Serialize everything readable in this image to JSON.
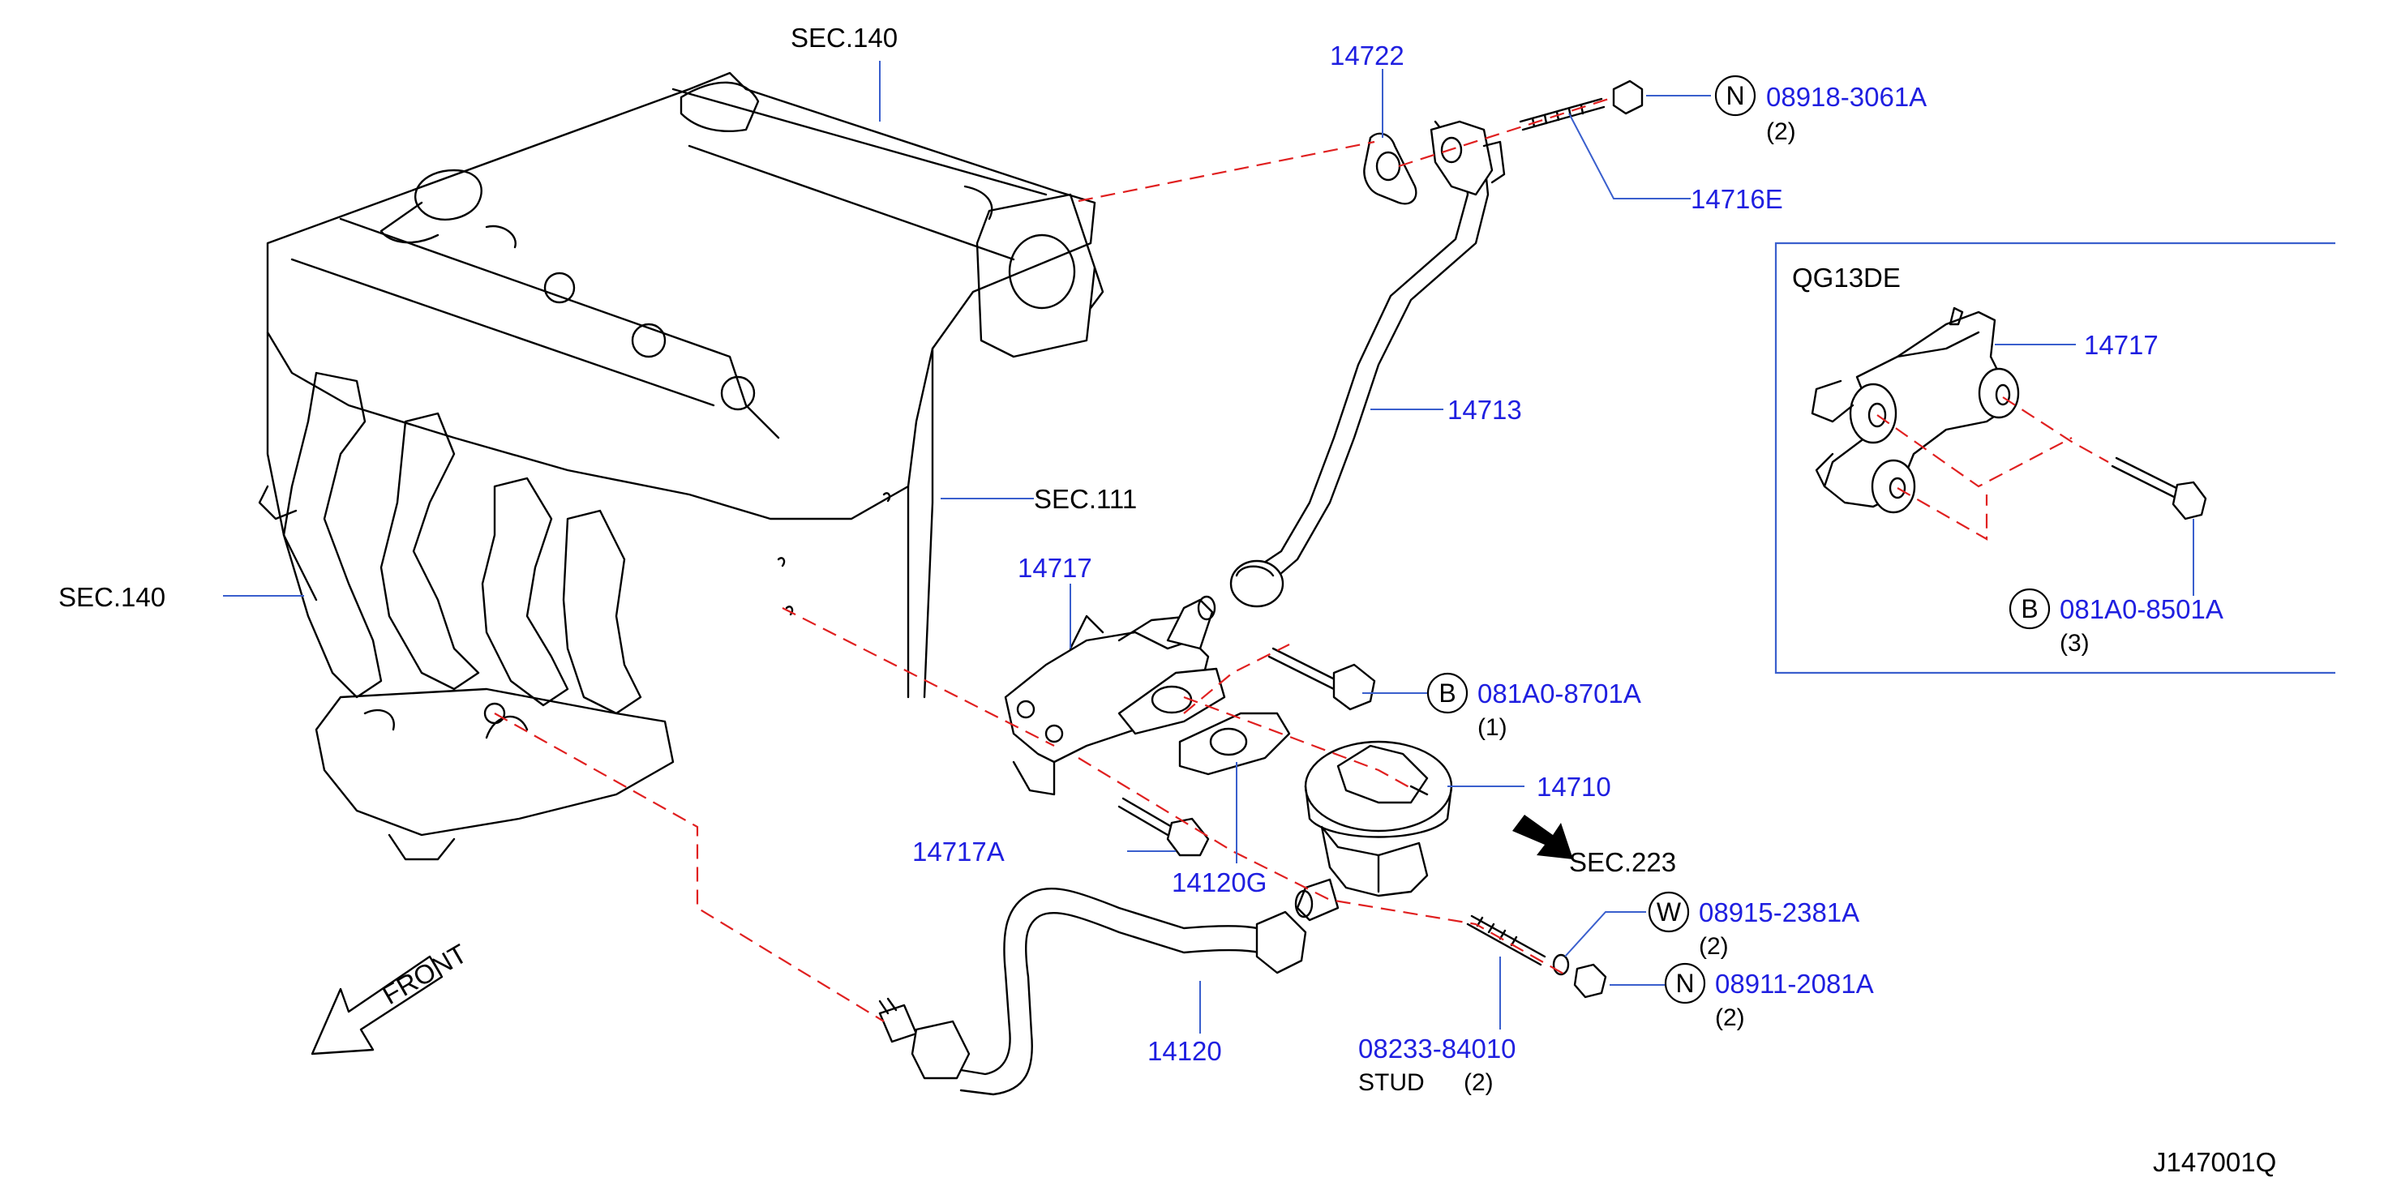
{
  "callouts": {
    "sec140_top": "SEC.140",
    "sec111": "SEC.111",
    "sec140_left": "SEC.140",
    "sec223": "SEC.223",
    "front": "FRONT",
    "drawing_code": "J147001Q"
  },
  "parts": {
    "p14722": "14722",
    "p08918": "08918-3061A",
    "p08918_qty": "(2)",
    "p14716E": "14716E",
    "p14713": "14713",
    "p14717": "14717",
    "p081A0_8701A": "081A0-8701A",
    "p081A0_8701A_qty": "(1)",
    "p14710": "14710",
    "p14717A": "14717A",
    "p14120G": "14120G",
    "p08915": "08915-2381A",
    "p08915_qty": "(2)",
    "p08911": "08911-2081A",
    "p08911_qty": "(2)",
    "p14120": "14120",
    "p08233": "08233-84010",
    "stud_label": "STUD",
    "stud_qty": "(2)"
  },
  "symbols": {
    "n_top": "N",
    "b_mid": "B",
    "w_sym": "W",
    "n_low": "N",
    "b_inset": "B"
  },
  "inset": {
    "title": "QG13DE",
    "p14717": "14717",
    "p081A0_8501A": "081A0-8501A",
    "qty": "(3)"
  },
  "colors": {
    "part_number": "#1f1fe0",
    "leader": "#3a5fcd",
    "dashed_line": "#e02020",
    "line_art": "#000000"
  }
}
